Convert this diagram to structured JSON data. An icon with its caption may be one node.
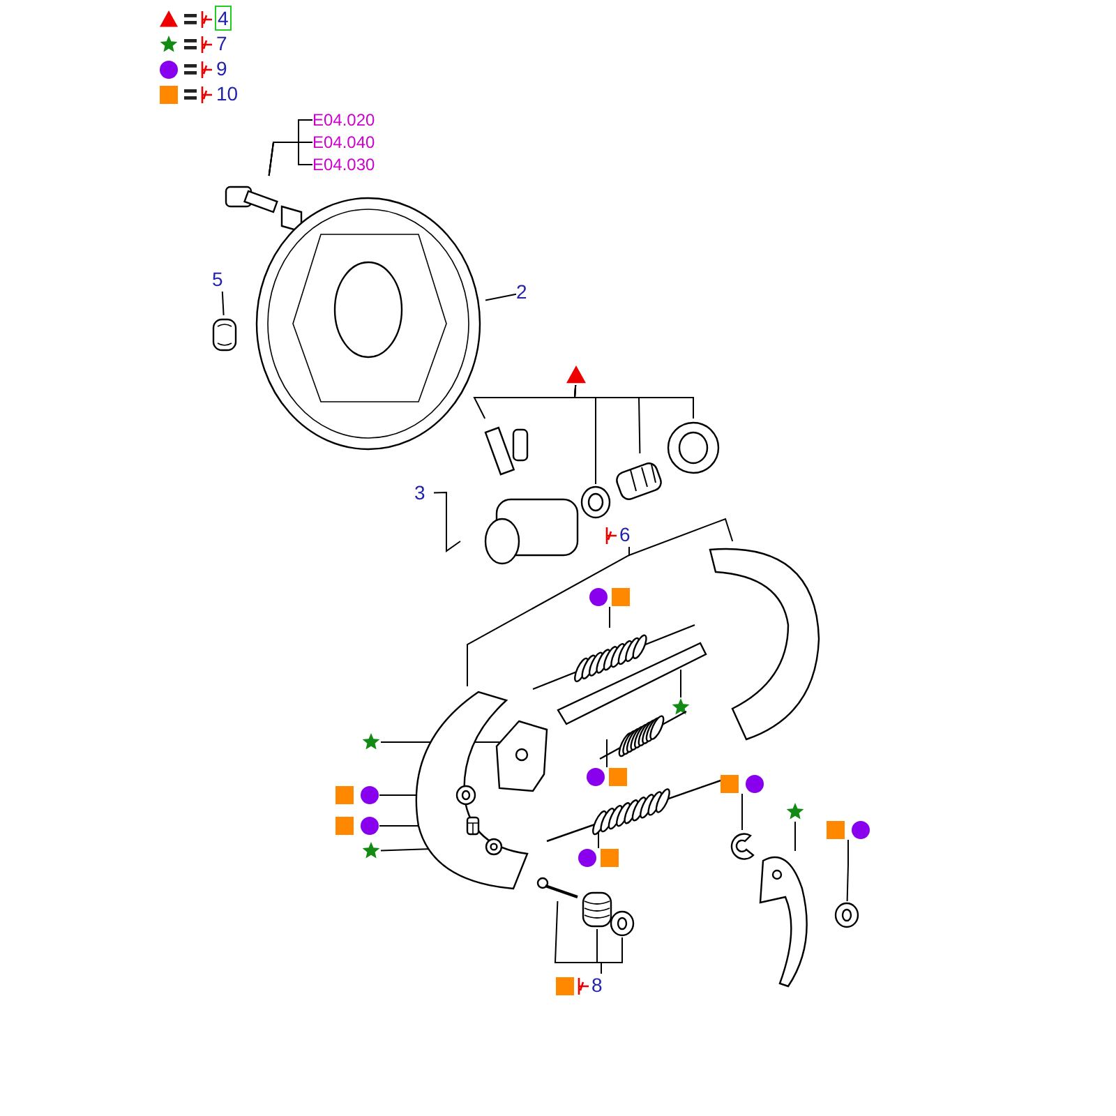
{
  "diagram": {
    "nodes": [
      {
        "text": [
          "E04.020"
        ]
      },
      {
        "text": [
          "E04.040"
        ]
      },
      {
        "text": [
          "E04.030"
        ]
      },
      {
        "text": [],
        "shape": "picture"
      },
      {
        "text": [
          "2"
        ]
      },
      {
        "text": [],
        "shape": "picture"
      },
      {
        "text": [
          "5"
        ]
      },
      {
        "text": [],
        "shape": "picture"
      },
      {
        "text": [
          "3"
        ]
      },
      {
        "text": [],
        "shape": "picture"
      },
      {
        "text": [],
        "shape": "triangle"
      },
      {
        "text": [],
        "shape": "picture"
      },
      {
        "text": [],
        "shape": "picture"
      },
      {
        "text": [],
        "shape": "picture"
      },
      {
        "text": [
          "6"
        ]
      },
      {
        "text": [],
        "shape": "picture"
      },
      {
        "text": [],
        "shape": "picture"
      },
      {
        "text": [],
        "shape": "mark"
      },
      {
        "text": [],
        "shape": "picture"
      },
      {
        "text": [],
        "shape": "star"
      },
      {
        "text": [],
        "shape": "picture"
      },
      {
        "text": [],
        "shape": "mark"
      },
      {
        "text": [],
        "shape": "picture"
      },
      {
        "text": [],
        "shape": "mark"
      },
      {
        "text": [],
        "shape": "picture"
      },
      {
        "text": [],
        "shape": "star"
      },
      {
        "text": [],
        "shape": "picture"
      },
      {
        "text": [],
        "shape": "mark"
      },
      {
        "text": [],
        "shape": "picture"
      },
      {
        "text": [],
        "shape": "mark"
      },
      {
        "text": [],
        "shape": "picture",
        "in": 15
      },
      {
        "text": [],
        "shape": "star"
      },
      {
        "text": [],
        "shape": "picture",
        "in": 15
      },
      {
        "text": [
          "8"
        ]
      },
      {
        "text": [],
        "shape": "picture"
      },
      {
        "text": [],
        "shape": "picture"
      },
      {
        "text": [],
        "shape": "picture"
      },
      {
        "text": [],
        "shape": "mark"
      },
      {
        "text": [],
        "shape": "picture"
      },
      {
        "text": [],
        "shape": "star"
      },
      {
        "text": [],
        "shape": "picture"
      },
      {
        "text": [],
        "shape": "mark"
      },
      {
        "text": [],
        "shape": "picture"
      }
    ],
    "edges": [
      {
        "from": 0,
        "to": 3,
        "arrow": "none"
      },
      {
        "from": 1,
        "to": 3,
        "arrow": "none"
      },
      {
        "from": 2,
        "to": 3,
        "arrow": "none"
      },
      {
        "from": 4,
        "to": 5,
        "arrow": "none"
      },
      {
        "from": 6,
        "to": 7,
        "arrow": "none"
      },
      {
        "from": 8,
        "to": 9,
        "arrow": "none"
      },
      {
        "from": 10,
        "to": 9,
        "arrow": "none"
      },
      {
        "from": 10,
        "to": 11,
        "arrow": "none"
      },
      {
        "from": 10,
        "to": 12,
        "arrow": "none"
      },
      {
        "from": 10,
        "to": 13,
        "arrow": "none"
      },
      {
        "from": 14,
        "to": 15,
        "arrow": "none"
      },
      {
        "from": 14,
        "to": 16,
        "arrow": "none"
      },
      {
        "from": 17,
        "to": 18,
        "arrow": "none"
      },
      {
        "from": 19,
        "to": 20,
        "arrow": "none"
      },
      {
        "from": 21,
        "to": 22,
        "arrow": "none"
      },
      {
        "from": 23,
        "to": 24,
        "arrow": "none"
      },
      {
        "from": 25,
        "to": 26,
        "arrow": "none"
      },
      {
        "from": 27,
        "to": 28,
        "arrow": "none"
      },
      {
        "from": 29,
        "to": 30,
        "arrow": "none"
      },
      {
        "from": 31,
        "to": 32,
        "arrow": "none"
      },
      {
        "from": 33,
        "to": 34,
        "arrow": "none"
      },
      {
        "from": 33,
        "to": 35,
        "arrow": "none"
      },
      {
        "from": 33,
        "to": 36,
        "arrow": "none"
      },
      {
        "from": 37,
        "to": 38,
        "arrow": "none"
      },
      {
        "from": 39,
        "to": 40,
        "arrow": "none"
      },
      {
        "from": 41,
        "to": 42,
        "arrow": "none"
      }
    ],
    "legend": [
      {
        "text": "4"
      },
      {
        "text": "7"
      },
      {
        "text": "9"
      },
      {
        "text": "10"
      }
    ]
  }
}
